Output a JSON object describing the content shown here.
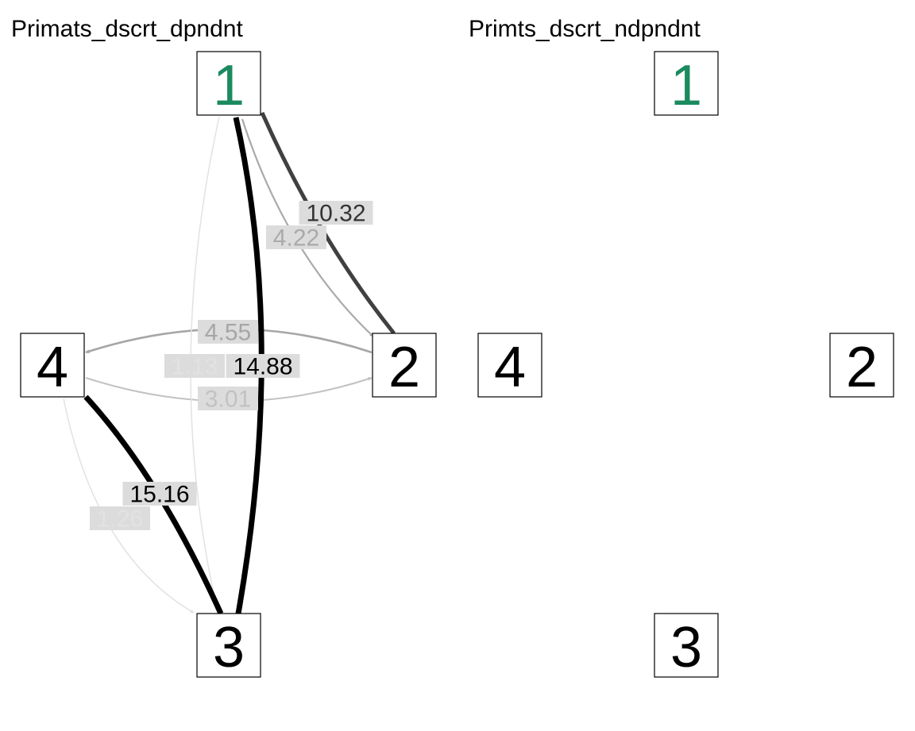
{
  "panels": [
    {
      "title": "Primats_dscrt_dpndnt",
      "nodes": [
        {
          "label": "1",
          "color": "#1b8a5f"
        },
        {
          "label": "2",
          "color": "#000000"
        },
        {
          "label": "3",
          "color": "#000000"
        },
        {
          "label": "4",
          "color": "#000000"
        }
      ],
      "edges": [
        {
          "from": "2",
          "to": "1",
          "label": "10.32",
          "color": "#404040",
          "width": 5
        },
        {
          "from": "1",
          "to": "2",
          "label": "4.22",
          "color": "#aaaaaa",
          "width": 2.2
        },
        {
          "from": "2",
          "to": "4",
          "label": "4.55",
          "color": "#a6a6a6",
          "width": 2.6
        },
        {
          "from": "4",
          "to": "2",
          "label": "3.01",
          "color": "#c2c2c2",
          "width": 2
        },
        {
          "from": "3",
          "to": "1",
          "label": "14.88",
          "color": "#000000",
          "width": 7
        },
        {
          "from": "1",
          "to": "3",
          "label": "1.13",
          "color": "#e2e2e2",
          "width": 1.5
        },
        {
          "from": "3",
          "to": "4",
          "label": "15.16",
          "color": "#000000",
          "width": 7
        },
        {
          "from": "4",
          "to": "3",
          "label": "1.26",
          "color": "#e2e2e2",
          "width": 1.5
        }
      ]
    },
    {
      "title": "Primts_dscrt_ndpndnt",
      "nodes": [
        {
          "label": "1",
          "color": "#1b8a5f"
        },
        {
          "label": "2",
          "color": "#000000"
        },
        {
          "label": "3",
          "color": "#000000"
        },
        {
          "label": "4",
          "color": "#000000"
        }
      ],
      "edges": []
    }
  ]
}
